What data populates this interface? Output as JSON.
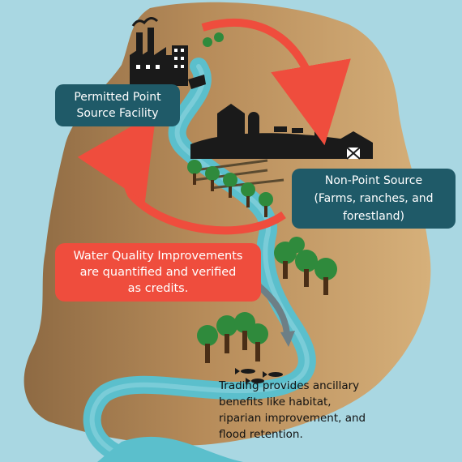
{
  "labels": {
    "point_source": [
      "Permitted Point",
      "Source Facility"
    ],
    "non_point": [
      "Non-Point Source",
      "(Farms, ranches, and",
      "forestland)"
    ],
    "water_quality": [
      "Water Quality Improvements",
      "are quantified and verified",
      "as credits."
    ],
    "trading": [
      "Trading provides ancillary",
      "benefits like habitat,",
      "riparian improvement, and",
      "flood retention."
    ]
  },
  "colors": {
    "sky": "#a9d7e2",
    "land": "#b98e5c",
    "river": "#5bbfcc",
    "label_teal": "#1f5a68",
    "label_red": "#ef4d3d",
    "cycle_arrow": "#ef4d3d",
    "tree": "#2f8a3c",
    "trunk": "#4a2e16",
    "silhouette": "#1a1a1a"
  },
  "icons": [
    "factory-icon",
    "farm-icon",
    "tree-icon",
    "fish-icon",
    "cycle-arrow-icon",
    "flow-arrow-icon"
  ]
}
